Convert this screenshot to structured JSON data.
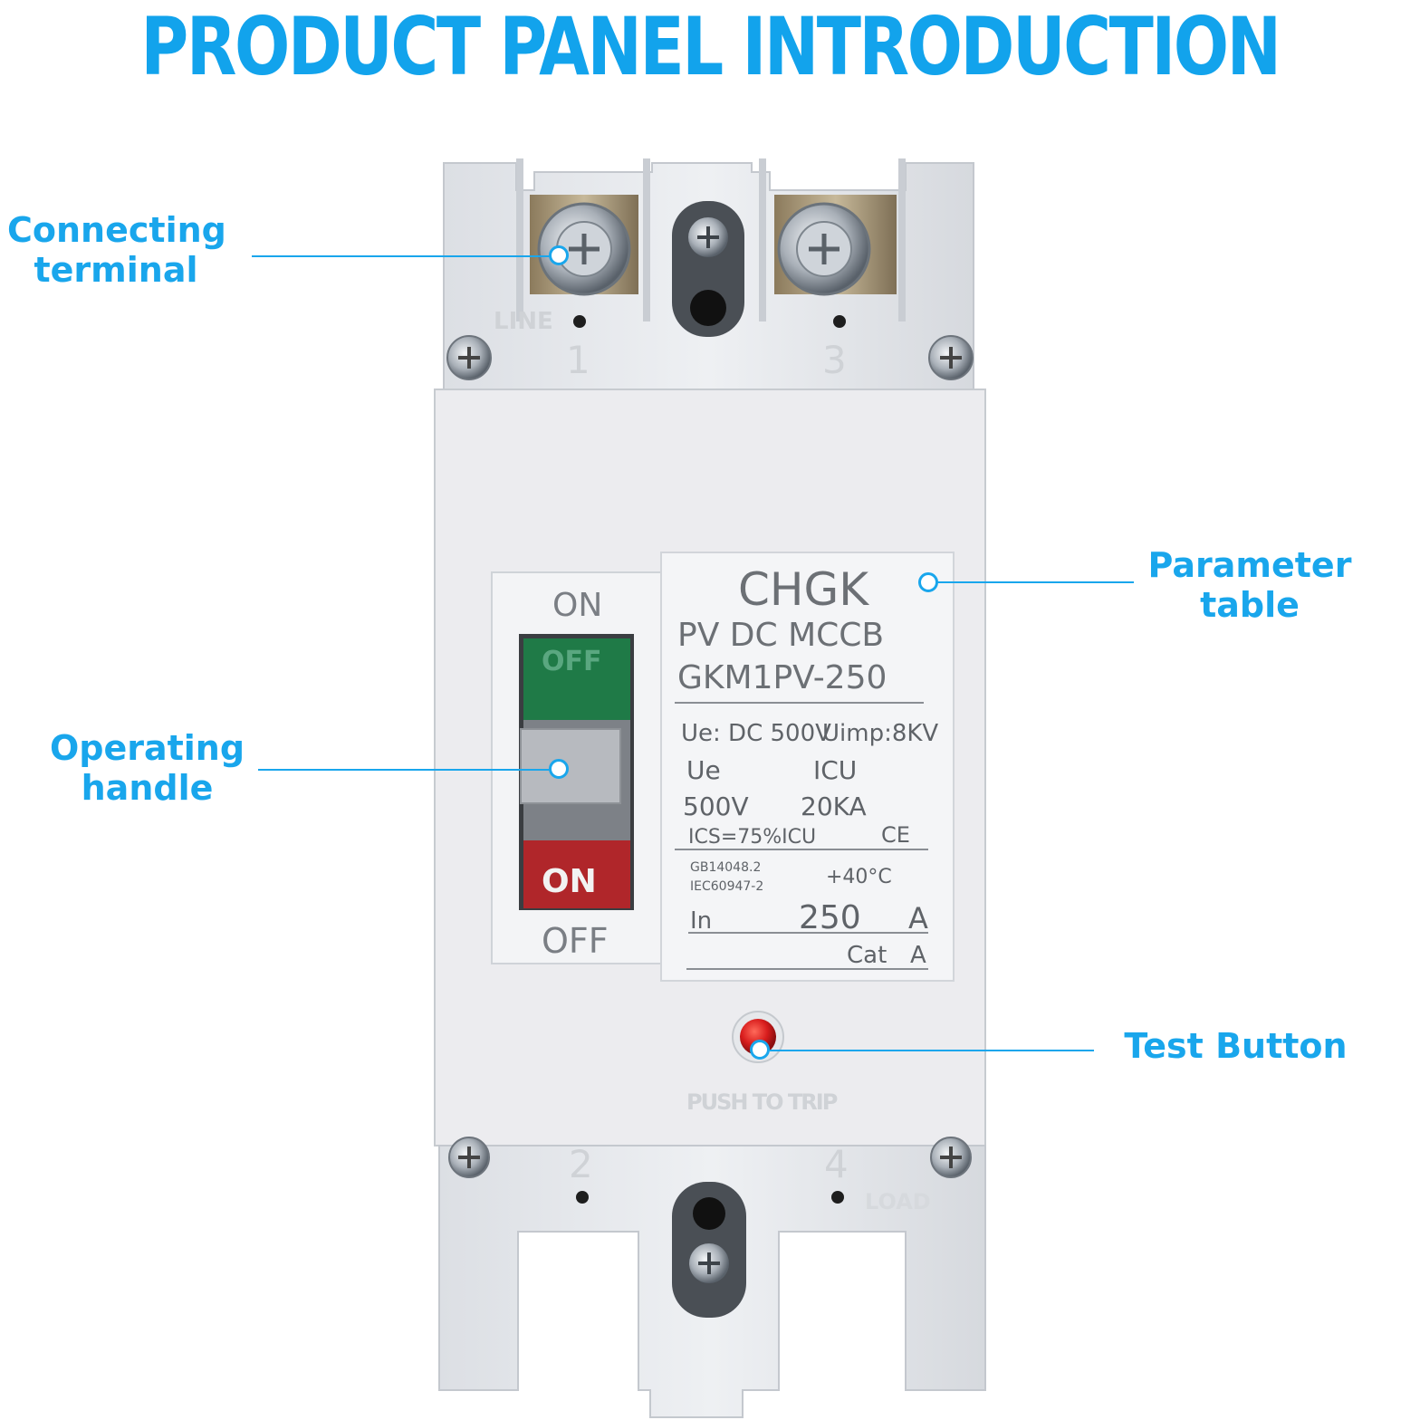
{
  "header": {
    "title": "PRODUCT PANEL INTRODUCTION"
  },
  "callouts": {
    "connecting_terminal": {
      "line1": "Connecting",
      "line2": "terminal"
    },
    "operating_handle": {
      "line1": "Operating",
      "line2": "handle"
    },
    "parameter_table": {
      "line1": "Parameter",
      "line2": "table"
    },
    "test_button": {
      "label": "Test Button"
    }
  },
  "breaker": {
    "terminal_line": "LINE",
    "terminal_load": "LOAD",
    "terminal_1": "1",
    "terminal_2": "2",
    "terminal_3": "3",
    "terminal_4": "4",
    "handle_on_top": "ON",
    "handle_off_window": "OFF",
    "handle_on_window": "ON",
    "handle_off_bottom": "OFF",
    "push_to_trip": "PUSH TO TRIP",
    "label": {
      "brand": "CHGK",
      "type": "PV DC MCCB",
      "model": "GKM1PV-250",
      "ue_dc": "Ue: DC 500V",
      "uimp": "Uimp:8KV",
      "ue_head": "Ue",
      "icu_head": "ICU",
      "ue_val": "500V",
      "icu_val": "20KA",
      "ics": "ICS=75%ICU",
      "ce": "CE",
      "std1": "GB14048.2",
      "std2": "IEC60947-2",
      "temp": "+40°C",
      "in_label": "In",
      "in_value": "250",
      "in_unit": "A",
      "cat_label": "Cat",
      "cat_value": "A"
    }
  },
  "colors": {
    "accent": "#19a6ec",
    "off_green": "#1f7a47",
    "on_red": "#b0262a",
    "test_red": "#d81d1d"
  }
}
